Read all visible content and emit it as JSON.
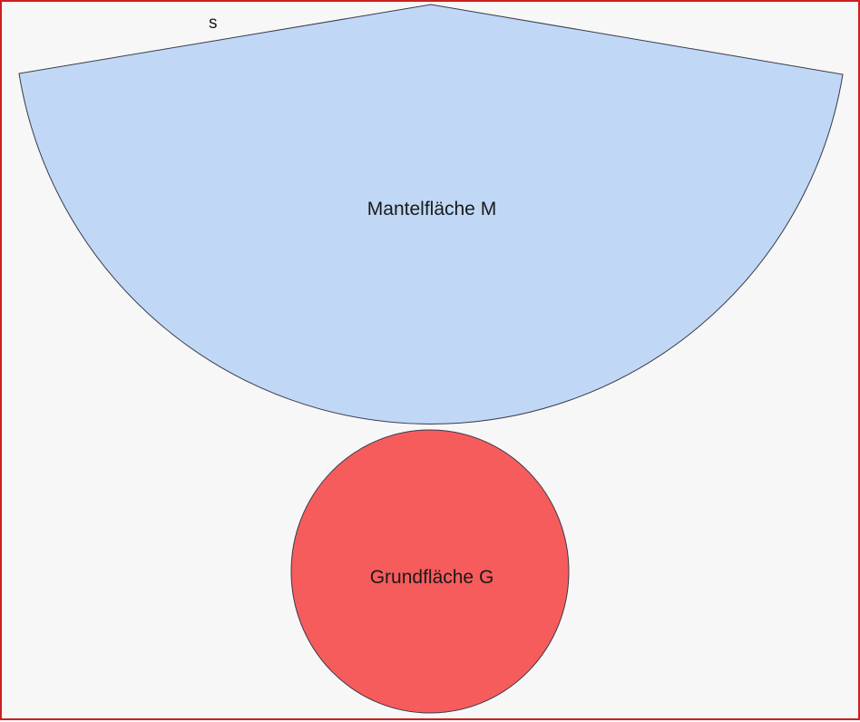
{
  "diagram": {
    "slant_label": "s",
    "lateral_surface_label": "Mantelfläche M",
    "base_label": "Grundfläche G",
    "colors": {
      "lateral_fill": "#c0d8f5",
      "base_fill": "#f65c5c",
      "outline": "#3a3a4a",
      "frame_border": "#cc1f1f",
      "background": "#f7f7f7"
    }
  }
}
